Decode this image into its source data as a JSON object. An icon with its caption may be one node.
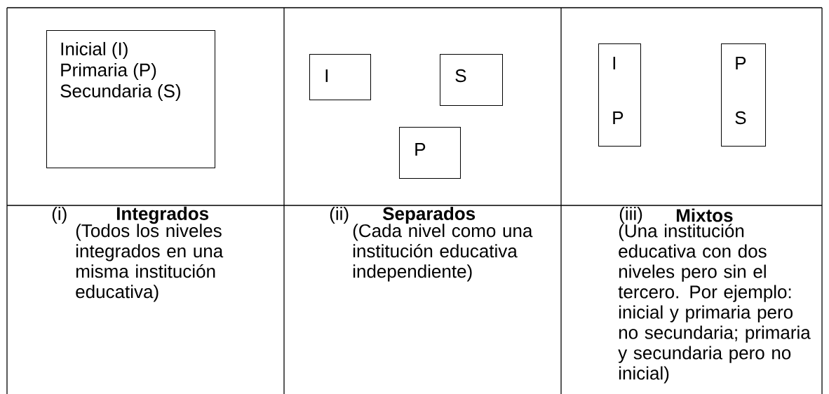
{
  "diagram": {
    "nodes": [
      {
        "text": [
          "Inicial (I)",
          "Primaria (P)",
          "Secundaria (S)"
        ]
      },
      {
        "text": [
          "I"
        ]
      },
      {
        "text": [
          "S"
        ]
      },
      {
        "text": [
          "P"
        ]
      },
      {
        "text": [
          "I",
          "P"
        ]
      },
      {
        "text": [
          "P",
          "S"
        ]
      }
    ],
    "labels": [
      "(i)",
      "Integrados",
      "(Todos los niveles integrados en una misma institución educativa)",
      "(ii)",
      "Separados",
      "(Cada nivel como una institución educativa independiente)",
      "(iii)",
      "Mixtos",
      "(Una institución educativa con dos niveles pero sin el tercero. Por ejemplo: inicial y primaria pero no secundaria; primaria y secundaria pero no inicial)"
    ]
  }
}
